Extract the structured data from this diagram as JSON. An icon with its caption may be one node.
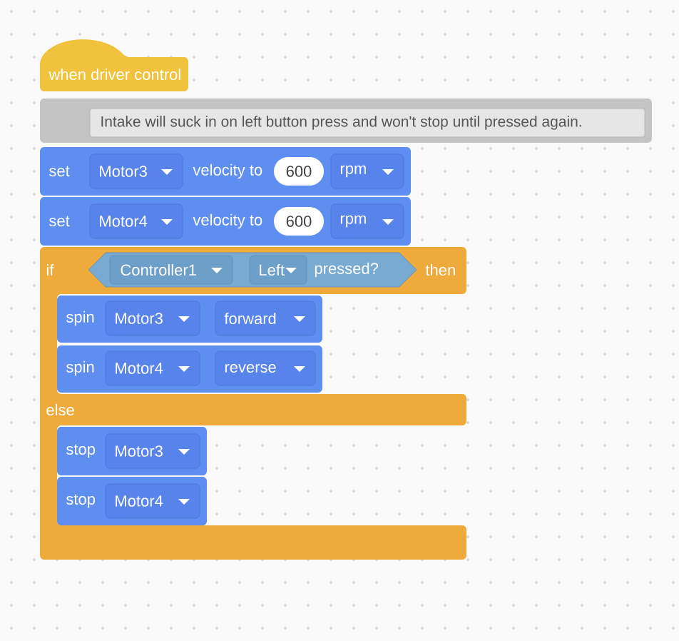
{
  "diagram": {
    "nodes": [
      {
        "text": [
          "when driver control"
        ]
      },
      {
        "text": [
          "Intake will suck in on left button press and won't stop until pressed again."
        ]
      },
      {
        "text": [
          "set",
          "velocity to"
        ]
      },
      {
        "text": [
          "Motor3"
        ],
        "in": 2
      },
      {
        "text": [
          "600"
        ],
        "in": 2
      },
      {
        "text": [
          "rpm"
        ],
        "in": 2
      },
      {
        "text": [
          "set",
          "velocity to"
        ]
      },
      {
        "text": [
          "Motor4"
        ],
        "in": 6
      },
      {
        "text": [
          "600"
        ],
        "in": 6
      },
      {
        "text": [
          "rpm"
        ],
        "in": 6
      },
      {
        "text": [
          "if",
          "then",
          "else"
        ]
      },
      {
        "text": [
          "pressed?"
        ],
        "in": 10
      },
      {
        "text": [
          "Controller1"
        ],
        "in": 11
      },
      {
        "text": [
          "Left"
        ],
        "in": 11
      },
      {
        "text": [
          "spin"
        ],
        "in": 10
      },
      {
        "text": [
          "Motor3"
        ],
        "in": 14
      },
      {
        "text": [
          "forward"
        ],
        "in": 14
      },
      {
        "text": [
          "spin"
        ],
        "in": 10
      },
      {
        "text": [
          "Motor4"
        ],
        "in": 17
      },
      {
        "text": [
          "reverse"
        ],
        "in": 17
      },
      {
        "text": [
          "stop"
        ],
        "in": 10
      },
      {
        "text": [
          "Motor3"
        ],
        "in": 20
      },
      {
        "text": [
          "stop"
        ],
        "in": 10
      },
      {
        "text": [
          "Motor4"
        ],
        "in": 22
      }
    ]
  }
}
